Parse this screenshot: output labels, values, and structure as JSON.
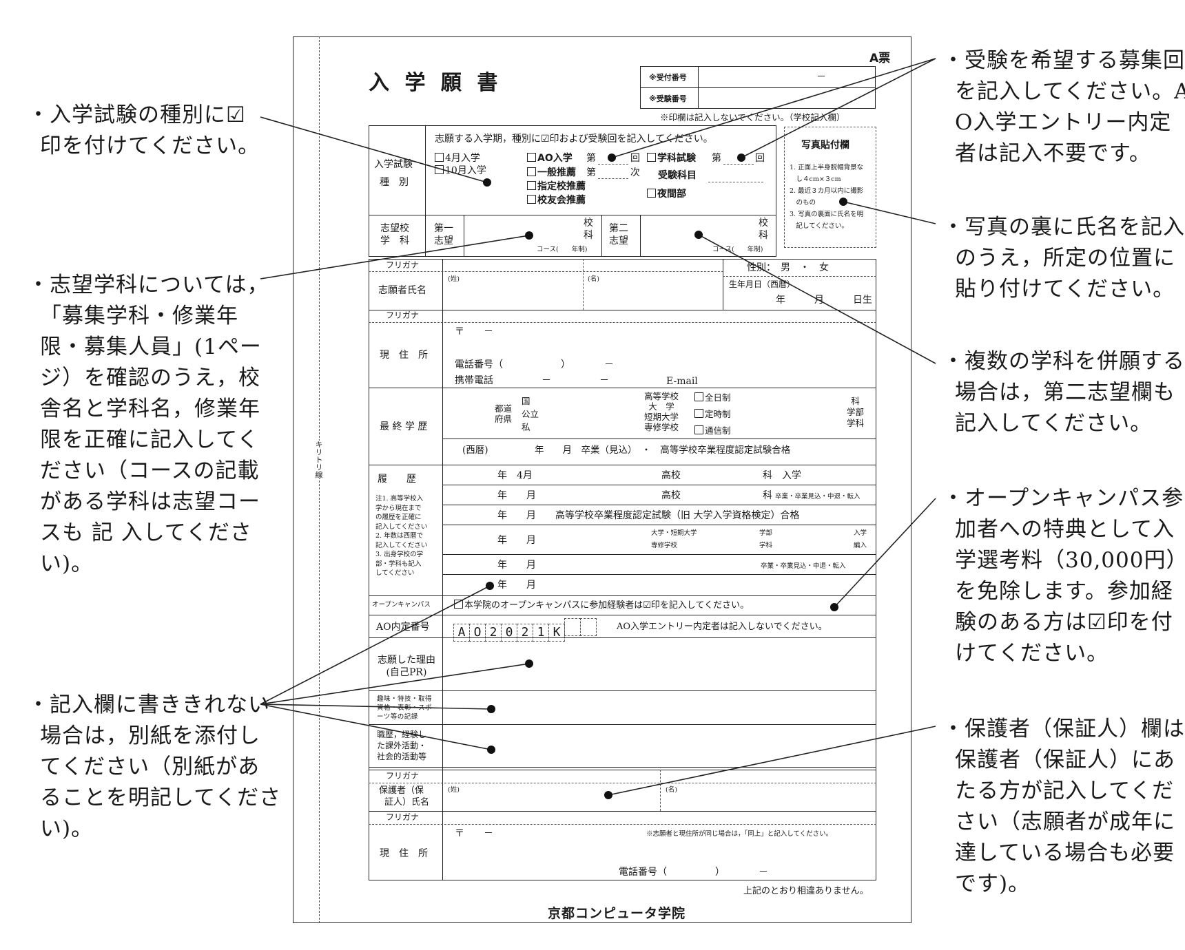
{
  "notes": {
    "exam_type": [
      "・入学試験の種別に☑",
      "印を付けてください。"
    ],
    "department": [
      "・志望学科については，",
      "「募集学科・修業年",
      "限・募集人員」(1ペー",
      "ジ）を確認のうえ，校",
      "舎名と学科名，修業年",
      "限を正確に記入してく",
      "ださい（コースの記載",
      "がある学科は志望コー",
      "スも 記 入してくださ",
      "い)。"
    ],
    "extra_sheet": [
      "・記入欄に書ききれない",
      "場合は，別紙を添付し",
      "てください（別紙があ",
      "ることを明記してくださ",
      "い)。"
    ],
    "round": [
      "・受験を希望する募集回",
      "を記入してください。A",
      "O入学エントリー内定",
      "者は記入不要です。"
    ],
    "photo": [
      "・写真の裏に氏名を記入",
      "のうえ，所定の位置に",
      "貼り付けてください。"
    ],
    "multiple": [
      "・複数の学科を併願する",
      "場合は，第二志望欄も",
      "記入してください。"
    ],
    "open_campus": [
      "・オープンキャンパス参",
      "加者への特典として入",
      "学選考料（30,000円）",
      "を免除します。参加経",
      "験のある方は☑印を付",
      "けてください。"
    ],
    "guardian": [
      "・保護者（保証人）欄は",
      "保護者（保証人）にあ",
      "たる方が記入してくだ",
      "さい（志願者が成年に",
      "達している場合も必要",
      "です)。"
    ]
  },
  "form": {
    "a_ticket": "A票",
    "title": "入 学 願 書",
    "reception_no": "※受付番号",
    "reception_dash": "－",
    "exam_no": "※受験番号",
    "stamp_note": "※印欄は記入しないでください。（学校記入欄）",
    "cut_line": "キリトリ線",
    "exam_type_label": [
      "入学試験",
      "種　別"
    ],
    "exam_instruction": "志願する入学期，種別に☑印および受験回を記入してください。",
    "april": "4月入学",
    "october": "10月入学",
    "ao": "AO入学",
    "general": "一般推薦",
    "designated": "指定校推薦",
    "alumni": "校友会推薦",
    "dai": "第",
    "kai": "回",
    "ji": "次",
    "gakka_shiken": "学科試験",
    "subjects": "受験科目",
    "night": "夜間部",
    "photo_title": "写真貼付欄",
    "photo_rules": [
      "1. 正面上半身脱帽背景な",
      "　し４cm×３cm",
      "2. 最近３カ月以内に撮影",
      "　のもの",
      "3. 写真の裏面に氏名を明",
      "　記してください。"
    ],
    "dept_label": [
      "志望校",
      "学　科"
    ],
    "first": [
      "第一",
      "志望"
    ],
    "second": [
      "第二",
      "志望"
    ],
    "school": "校",
    "ka": "科",
    "course": "コース(　　年制)",
    "furigana": "フリガナ",
    "applicant_name": "志願者氏名",
    "sei": "(姓)",
    "mei": "(名)",
    "gender": "性別：　男　・　女",
    "birth": "生年月日（西暦）",
    "birth_ymd": "年　　　月　　　日生",
    "address": "現　住　所",
    "postal": "〒　　－",
    "phone": "電話番号（　　　　　　）　　　　－",
    "mobile": "携帯電話　　　　　－　　　　　－",
    "email": "E-mail",
    "last_edu": "最 終 学 歴",
    "prefecture": [
      "都道",
      "府県"
    ],
    "public": [
      "国",
      "公立",
      "私"
    ],
    "school_types": [
      "高等学校",
      "大　学",
      "短期大学",
      "専修学校"
    ],
    "full_time": "全日制",
    "part_time": "定時制",
    "corresp": "通信制",
    "dept_types": [
      "科",
      "学部",
      "学科"
    ],
    "grad_line": "(西暦)　　　　　年　　月　卒業（見込）　・　高等学校卒業程度認定試験合格",
    "history": "履　　歴",
    "history_note": [
      "注1. 高等学校入",
      "学から現在まで",
      "の履歴を正確に",
      "記入してください",
      "2. 年数は西暦で",
      "記入してください",
      "3. 出身学校の学",
      "部・学科も記入",
      "してください"
    ],
    "h_row1": [
      "年　4月",
      "高校",
      "科　入学"
    ],
    "h_row2": [
      "年　　月",
      "高校",
      "科",
      "卒業・卒業見込・中退・転入"
    ],
    "h_row3": [
      "年　　月",
      "高等学校卒業程度認定試験（旧 大学入学資格検定）合格"
    ],
    "h_row4": [
      "年　　月",
      "大学・短期大学",
      "専修学校",
      "学部",
      "学科",
      "入学",
      "編入"
    ],
    "h_row5": [
      "年　　月",
      "卒業・卒業見込・中退・転入"
    ],
    "h_row6": [
      "年　　月"
    ],
    "open_campus_label": "オープンキャンパス",
    "open_campus_text": "本学院のオープンキャンパスに参加経験者は☑印を記入してください。",
    "ao_label": "AO内定番号",
    "ao_chars": [
      "A",
      "O",
      "2",
      "0",
      "2",
      "1",
      "K",
      "",
      ""
    ],
    "ao_text": "AO入学エントリー内定者は記入しないでください。",
    "reason": [
      "志願した理由",
      "(自己PR)"
    ],
    "hobby": [
      "趣味・特技・取得",
      "資格・表彰・スポ",
      "ーツ等の記録"
    ],
    "career": [
      "職歴，経験し",
      "た課外活動・",
      "社会的活動等"
    ],
    "guardian_label": [
      "保護者（保",
      "証人）氏名"
    ],
    "guardian_address_note": "※志願者と現住所が同じ場合は，「同上」と記入してください。",
    "guardian_phone": "電話番号（　　　　　）　　　　－",
    "confirm": "上記のとおり相違ありません。",
    "school_name": "京都コンピュータ学院"
  }
}
